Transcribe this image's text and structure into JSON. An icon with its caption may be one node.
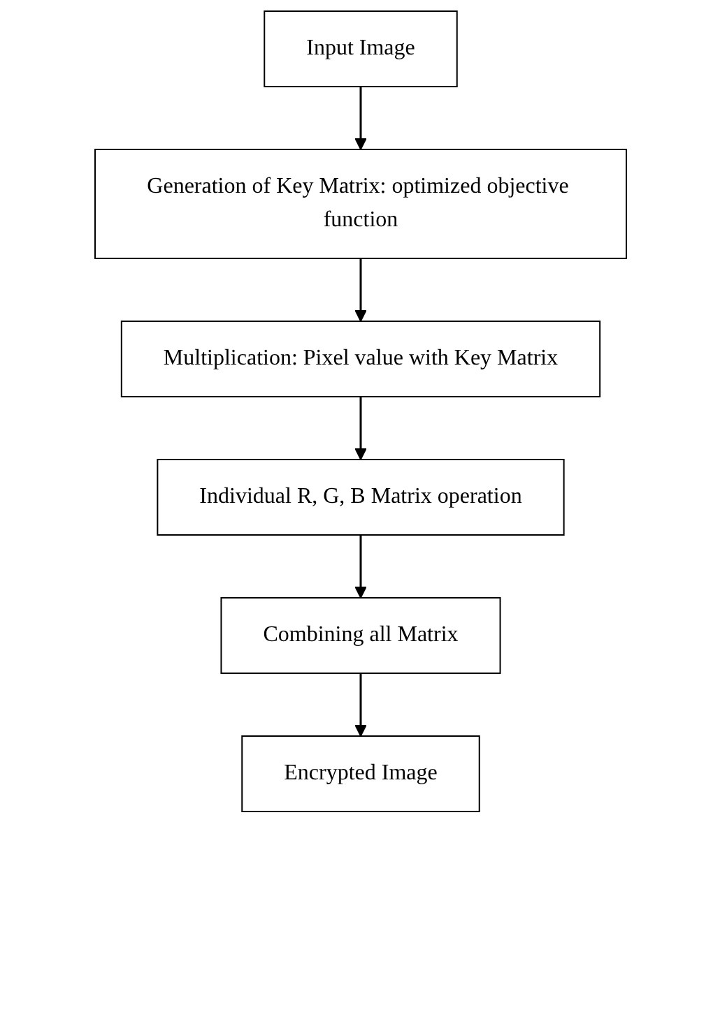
{
  "diagram": {
    "nodes": [
      {
        "text": [
          "Input Image"
        ]
      },
      {
        "text": [
          "Generation of Key Matrix: optimized objective function"
        ]
      },
      {
        "text": [
          "Multiplication: Pixel value with Key Matrix"
        ]
      },
      {
        "text": [
          "Individual R, G, B Matrix operation"
        ]
      },
      {
        "text": [
          "Combining all Matrix"
        ]
      },
      {
        "text": [
          "Encrypted Image"
        ]
      }
    ],
    "edges": [
      {
        "from": 0,
        "to": 1,
        "arrow": "to"
      },
      {
        "from": 1,
        "to": 2,
        "arrow": "to"
      },
      {
        "from": 2,
        "to": 3,
        "arrow": "to"
      },
      {
        "from": 3,
        "to": 4,
        "arrow": "to"
      },
      {
        "from": 4,
        "to": 5,
        "arrow": "to"
      }
    ]
  }
}
